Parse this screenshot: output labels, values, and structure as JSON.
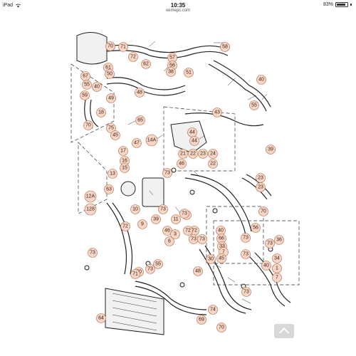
{
  "status_bar": {
    "device": "iPad",
    "time": "10:35",
    "url": "oemepc.com",
    "battery_text": "83%",
    "battery_level": 0.83
  },
  "diagram": {
    "callouts": [
      "70",
      "71",
      "72",
      "58",
      "57",
      "56",
      "61",
      "62",
      "38",
      "51",
      "50",
      "67",
      "40",
      "55",
      "40",
      "59",
      "48",
      "49",
      "43",
      "18",
      "65",
      "75",
      "70",
      "55",
      "45",
      "47",
      "44",
      "44",
      "14A",
      "17",
      "21",
      "22",
      "23",
      "24",
      "46",
      "22",
      "16",
      "15",
      "39",
      "73",
      "13",
      "23",
      "12A",
      "63",
      "73",
      "72",
      "23",
      "128",
      "10",
      "9",
      "72",
      "73",
      "39",
      "11",
      "73",
      "46",
      "72",
      "40",
      "73",
      "73",
      "70",
      "56",
      "73",
      "66",
      "73",
      "73",
      "3",
      "55",
      "73",
      "70",
      "73",
      "71",
      "73",
      "64",
      "33",
      "7",
      "45",
      "34",
      "36",
      "1",
      "40",
      "7",
      "30",
      "6",
      "48",
      "74",
      "69",
      "70"
    ]
  },
  "controls": {
    "scroll_top_icon": "chevron-up-icon"
  }
}
